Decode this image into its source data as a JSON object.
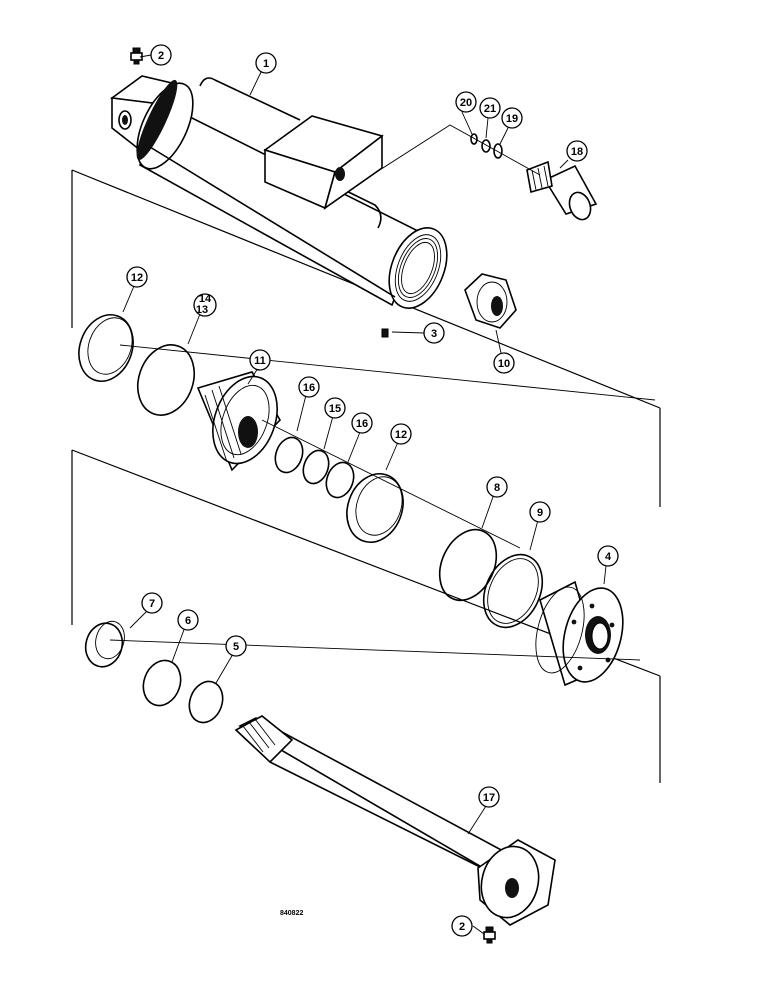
{
  "diagram": {
    "drawing_number": "840822",
    "callouts": [
      {
        "id": "c1",
        "label": "1"
      },
      {
        "id": "c2a",
        "label": "2"
      },
      {
        "id": "c2b",
        "label": "2"
      },
      {
        "id": "c3",
        "label": "3"
      },
      {
        "id": "c4",
        "label": "4"
      },
      {
        "id": "c5",
        "label": "5"
      },
      {
        "id": "c6",
        "label": "6"
      },
      {
        "id": "c7",
        "label": "7"
      },
      {
        "id": "c8",
        "label": "8"
      },
      {
        "id": "c9",
        "label": "9"
      },
      {
        "id": "c10",
        "label": "10"
      },
      {
        "id": "c11",
        "label": "11"
      },
      {
        "id": "c12a",
        "label": "12"
      },
      {
        "id": "c12b",
        "label": "12"
      },
      {
        "id": "c13",
        "label": "13"
      },
      {
        "id": "c14",
        "label": "14"
      },
      {
        "id": "c15",
        "label": "15"
      },
      {
        "id": "c16a",
        "label": "16"
      },
      {
        "id": "c16b",
        "label": "16"
      },
      {
        "id": "c17",
        "label": "17"
      },
      {
        "id": "c18",
        "label": "18"
      },
      {
        "id": "c19",
        "label": "19"
      },
      {
        "id": "c20",
        "label": "20"
      },
      {
        "id": "c21",
        "label": "21"
      }
    ]
  }
}
